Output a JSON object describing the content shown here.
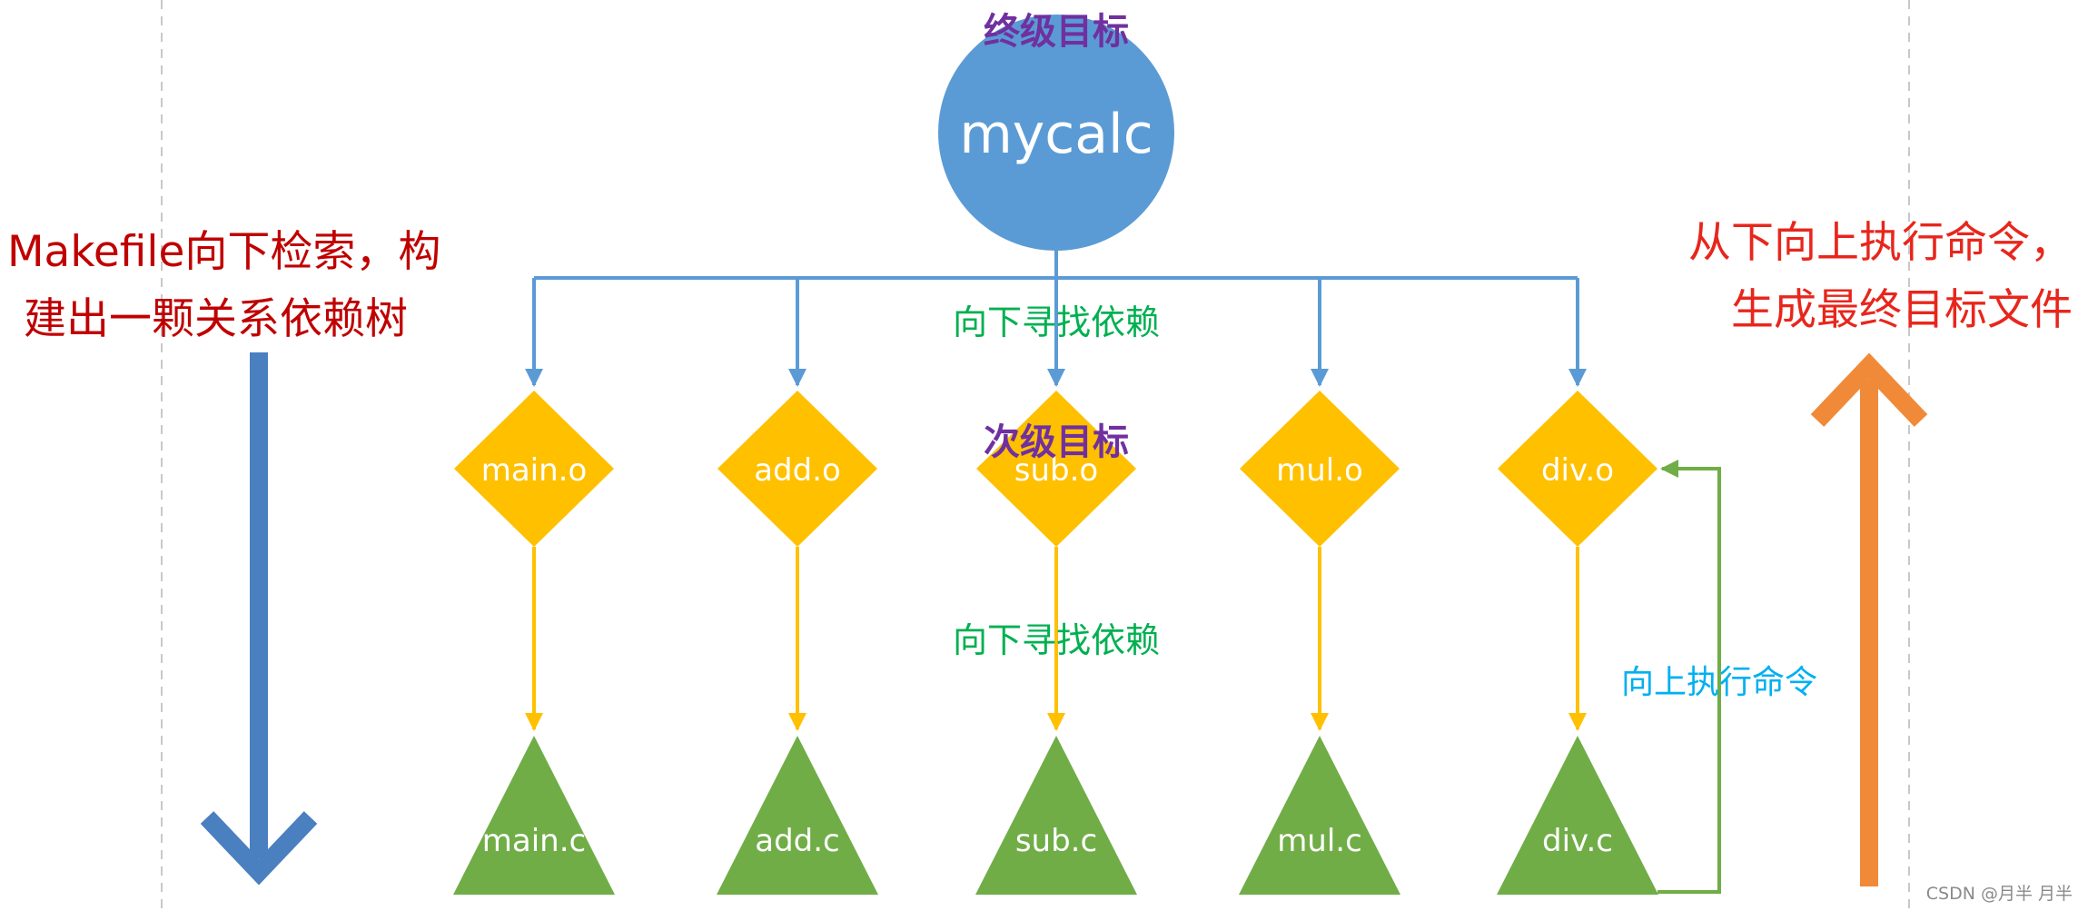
{
  "colors": {
    "root_fill": "#5b9bd5",
    "mid_fill": "#ffc000",
    "leaf_fill": "#70ad47",
    "connector_blue": "#5b9bd5",
    "connector_yellow": "#ffc000",
    "connector_green": "#70ad47",
    "purple_text": "#7030a0",
    "green_text": "#00b050",
    "red_text": "#c00000",
    "cyan_text": "#00b0f0",
    "down_arrow": "#4a7fc0",
    "up_arrow": "#f08a38",
    "guide_line": "#c8c8c8"
  },
  "root": {
    "caption": "终级目标",
    "label": "mycalc"
  },
  "mid_level": {
    "caption": "次级目标",
    "nodes": [
      "main.o",
      "add.o",
      "sub.o",
      "mul.o",
      "div.o"
    ]
  },
  "leaf_level": {
    "nodes": [
      "main.c",
      "add.c",
      "sub.c",
      "mul.c",
      "div.c"
    ]
  },
  "edge_labels": {
    "top": "向下寻找依赖",
    "bottom": "向下寻找依赖",
    "up": "向上执行命令"
  },
  "left_note": {
    "lines": [
      "Makefile向下检索，构",
      "建出一颗关系依赖树"
    ]
  },
  "right_note": {
    "lines": [
      "从下向上执行命令，",
      "生成最终目标文件"
    ]
  },
  "watermark": "CSDN @月半 月半"
}
